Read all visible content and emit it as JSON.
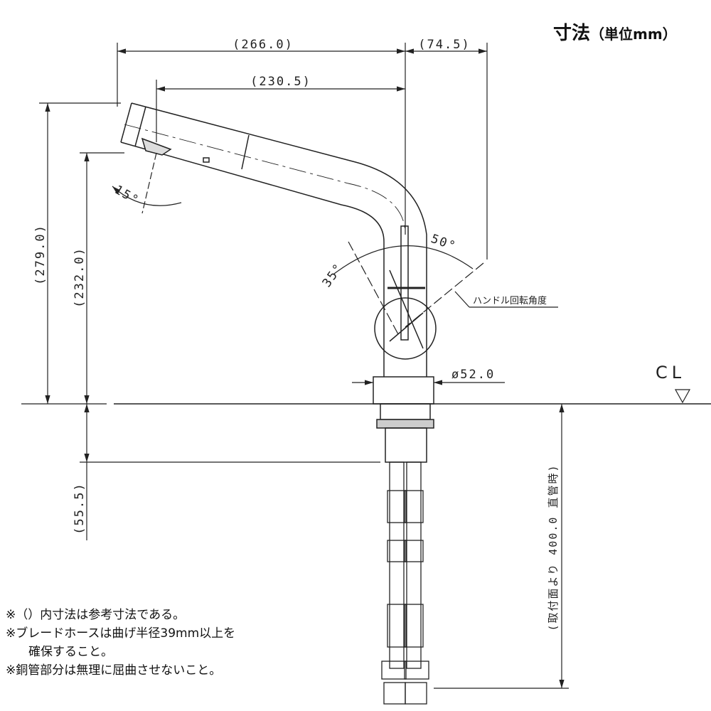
{
  "title": "寸法",
  "title_unit": "（単位mm）",
  "dimensions": {
    "overall_reach": "(266.0)",
    "handle_offset": "(74.5)",
    "spout_reach": "(230.5)",
    "overall_height": "(279.0)",
    "spout_height": "(232.0)",
    "below_deck": "(55.5)",
    "base_diameter": "ø52.0",
    "hose_length": "(取付面より  400.0  直管時)",
    "spout_angle": "15°",
    "handle_angle_left": "35°",
    "handle_angle_right": "50°"
  },
  "labels": {
    "handle_rotation": "ハンドル回転角度",
    "centerline": "CL"
  },
  "notes": [
    "※（）内寸法は参考寸法である。",
    "※ブレードホースは曲げ半径39mm以上を",
    "確保すること。",
    "※銅管部分は無理に屈曲させないこと。"
  ]
}
